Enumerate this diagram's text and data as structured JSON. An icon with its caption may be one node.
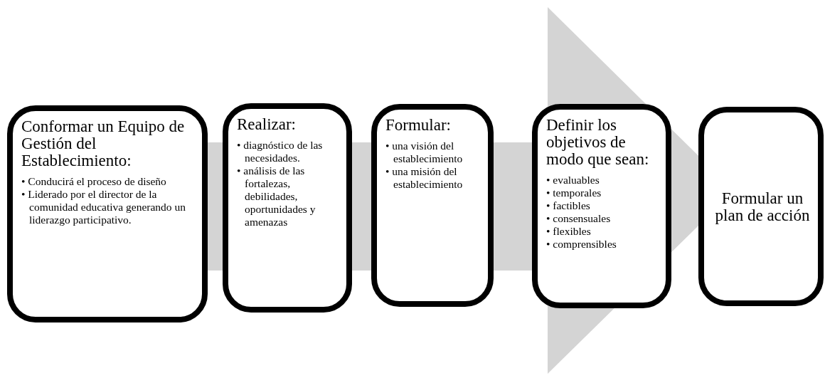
{
  "diagram": {
    "nodes": [
      {
        "text": [
          "Conformar un Equipo de Gestión del Establecimiento:",
          "• Conducirá el proceso de diseño",
          "• Liderado por el director de la comunidad educativa generando un liderazgo participativo."
        ]
      },
      {
        "text": [
          "Realizar:",
          "• diagnóstico de las necesidades.",
          "• análisis de las fortalezas, debilidades, oportunidades y amenazas"
        ]
      },
      {
        "text": [
          "Formular:",
          "• una visión del establecimiento",
          "• una misión del establecimiento"
        ]
      },
      {
        "text": [
          "Definir los objetivos de modo que sean:",
          "• evaluables",
          "• temporales",
          "• factibles",
          "• consensuales",
          "• flexibles",
          "• comprensibles"
        ]
      },
      {
        "text": [
          "Formular un plan de acción"
        ]
      }
    ],
    "edges": [
      {
        "from": 0,
        "to": 4,
        "arrow": "to"
      }
    ]
  }
}
